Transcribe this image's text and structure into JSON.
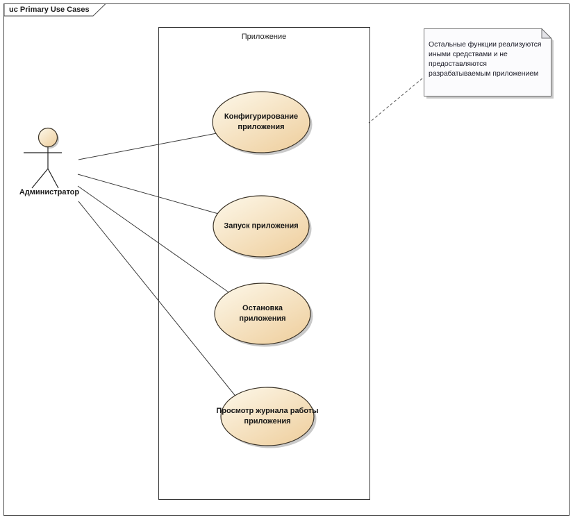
{
  "frame": {
    "label": "uc Primary Use Cases"
  },
  "boundary": {
    "label": "Приложение"
  },
  "actor": {
    "label": "Администратор"
  },
  "use_cases": [
    {
      "label": "Конфигурирование приложения"
    },
    {
      "label": "Запуск приложения"
    },
    {
      "label": "Остановка приложения"
    },
    {
      "label": "Просмотр журнала работы приложения"
    }
  ],
  "note": {
    "text": "Остальные функции реализуются иными средствами и не предоставляются разрабатываемым приложением"
  },
  "colors": {
    "ellipse_gradient_top": "#fdf8ea",
    "ellipse_gradient_bottom": "#efd0a0",
    "ellipse_border": "#3a3226",
    "shadow": "#c9c9c9",
    "note_fill": "#fbfbfd",
    "note_fold": "#e4e4e8",
    "note_border": "#6e6e6e",
    "frame_border": "#4a4a4a",
    "line": "#3a3a3a"
  }
}
